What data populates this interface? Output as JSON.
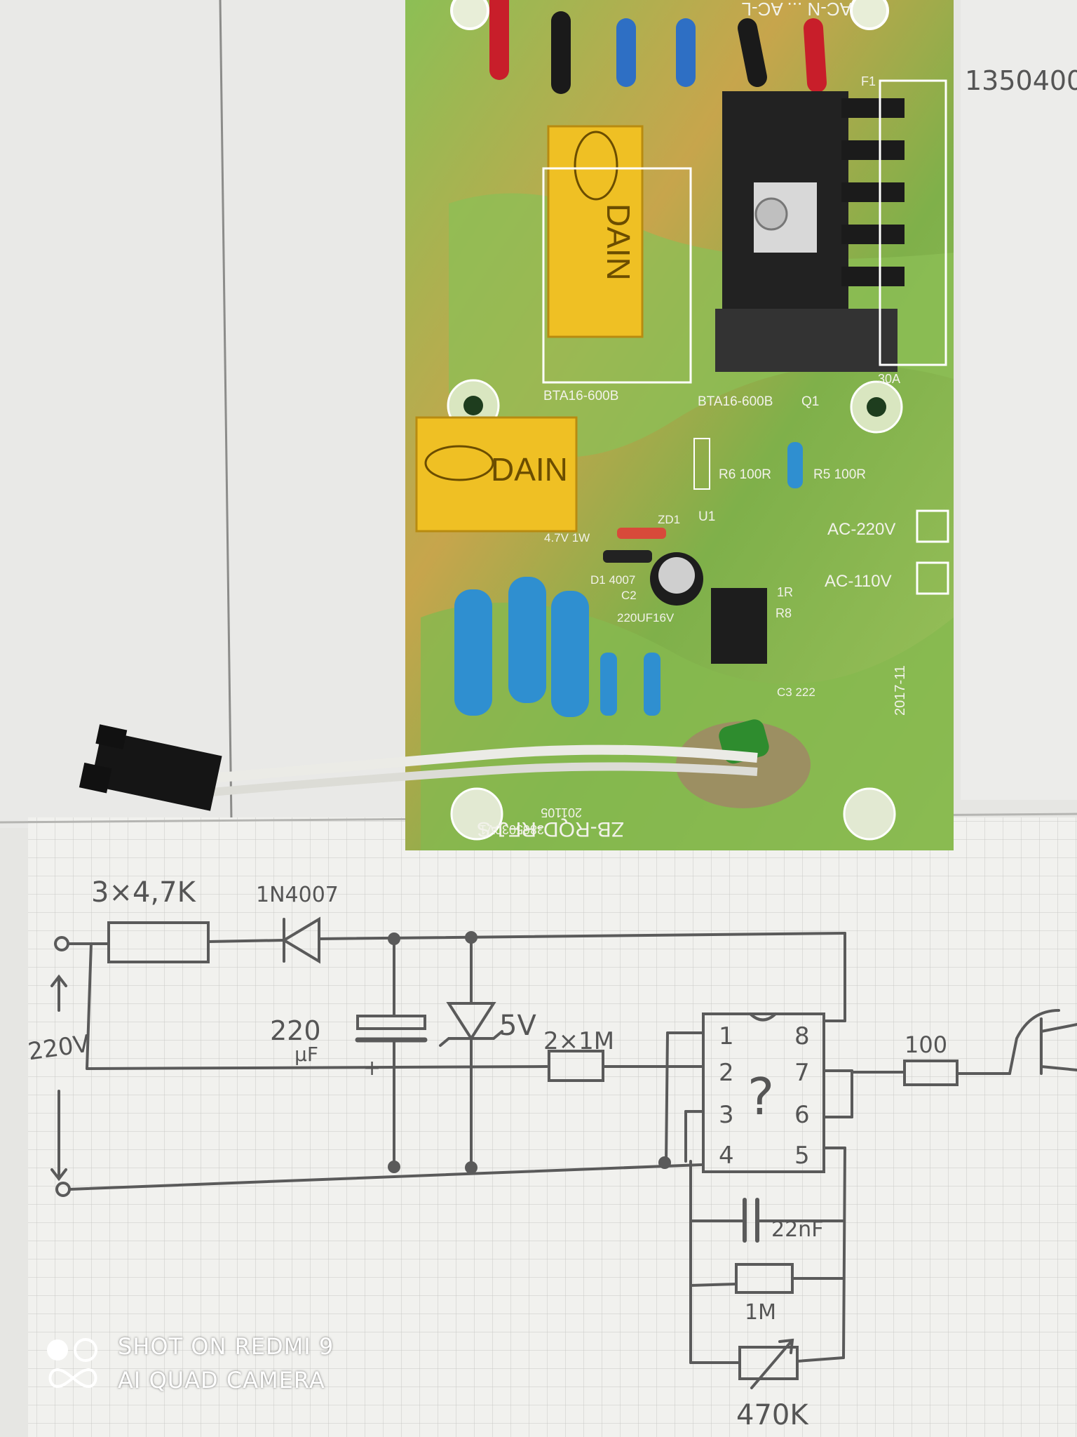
{
  "pcb": {
    "board_id": "ZB-RQD-RFJ-S",
    "board_code": "3865030V1",
    "board_date": "201105",
    "triac1": "BTA16-600B",
    "triac2": "BTA16-600B",
    "q1": "Q1",
    "fuse": "F1",
    "fuse_rating": "30A",
    "r6": "R6  100R",
    "r5": "R5  100R",
    "u1": "U1",
    "zener": "ZD1",
    "zener_value": "4.7V  1W",
    "diode": "D1 4007",
    "cap_c2": "C2",
    "cap_value": "220UF16V",
    "r8_value": "1R",
    "r8": "R8",
    "c3": "C3  222",
    "ac220": "AC-220V",
    "ac110": "AC-110V",
    "revision": "2017-11",
    "relay_brand": "DAIN",
    "top_labels": "AC-N  ...  AC-L",
    "margin_note": "1350400"
  },
  "schematic": {
    "resistor_in": "3×4,7K",
    "diode": "1N4007",
    "input_voltage": "220V",
    "cap_value": "220",
    "cap_unit": "μF",
    "cap_plus": "+",
    "zener": "5V",
    "resistor_2x1m": "2×1M",
    "ic_unknown": "?",
    "ic_pins": [
      "1",
      "2",
      "3",
      "4",
      "5",
      "6",
      "7",
      "8"
    ],
    "resistor_out": "100",
    "cap_22nf": "22nF",
    "resistor_1m": "1M",
    "pot": "470K"
  },
  "watermark": {
    "line1": "SHOT ON REDMI 9",
    "line2": "AI QUAD CAMERA"
  },
  "colors": {
    "pcb_green": "#7fb04a",
    "pcb_yellow": "#c9a548",
    "relay_yellow": "#f0c020",
    "resistor_blue": "#2f8fd0",
    "heatsink": "#1e1e1e",
    "paper": "#f1f1ee",
    "pencil": "#5a5a5a"
  }
}
